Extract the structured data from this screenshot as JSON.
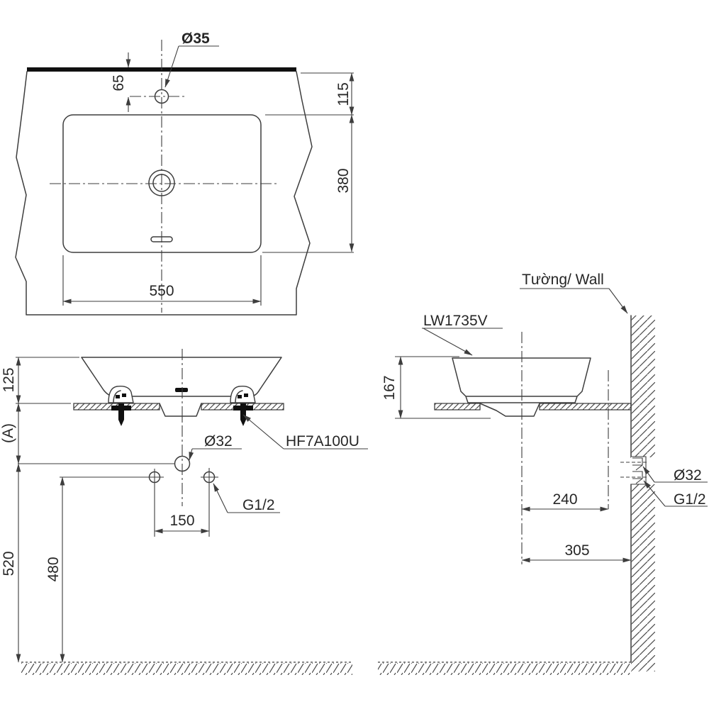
{
  "colors": {
    "background": "#ffffff",
    "line": "#3d3d3d",
    "heavy_line": "#101010",
    "text": "#262626"
  },
  "plan_view": {
    "labels": {
      "faucet_hole_diameter": "Ø35",
      "faucet_to_wall": "65",
      "basin_to_wall": "115",
      "basin_depth": "380",
      "basin_width": "550"
    }
  },
  "front_view": {
    "labels": {
      "rim_above_counter": "125",
      "counter_height_ref": "(A)",
      "drain_hole_diameter": "Ø32",
      "mounting_bracket_model": "HF7A100U",
      "supply_thread": "G1/2",
      "supply_hole_spacing": "150",
      "supply_height_from_floor": "480",
      "drain_height_from_floor": "520"
    }
  },
  "side_view": {
    "labels": {
      "wall": "Tường/ Wall",
      "product_model": "LW1735V",
      "total_height": "167",
      "center_to_outlet": "240",
      "center_to_wall": "305",
      "wall_outlet_drain": "Ø32",
      "wall_outlet_supply": "G1/2"
    }
  }
}
